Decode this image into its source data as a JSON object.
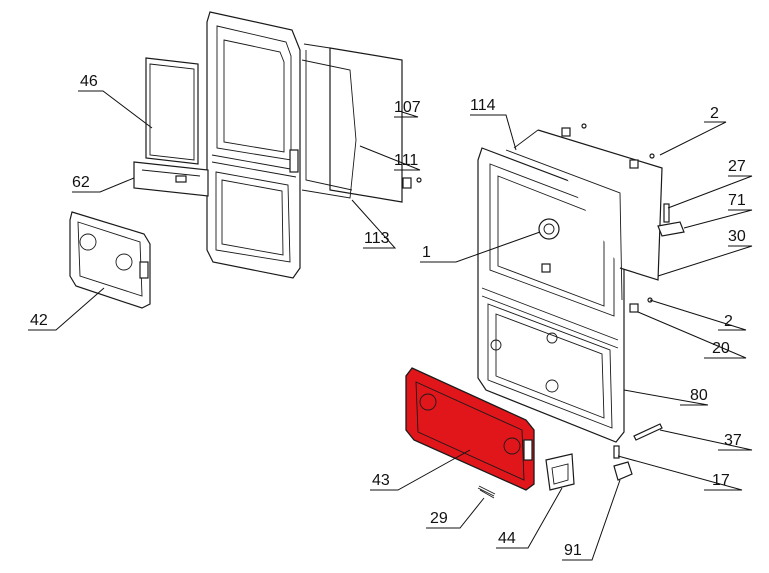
{
  "highlight_color": "#e0161b",
  "labels": {
    "l2a": "2",
    "l2b": "2",
    "l17": "17",
    "l1": "1",
    "l20": "20",
    "l27": "27",
    "l29": "29",
    "l30": "30",
    "l37": "37",
    "l42": "42",
    "l43": "43",
    "l44": "44",
    "l46": "46",
    "l62": "62",
    "l71": "71",
    "l80": "80",
    "l91": "91",
    "l107": "107",
    "l111": "111",
    "l113": "113",
    "l114": "114"
  }
}
